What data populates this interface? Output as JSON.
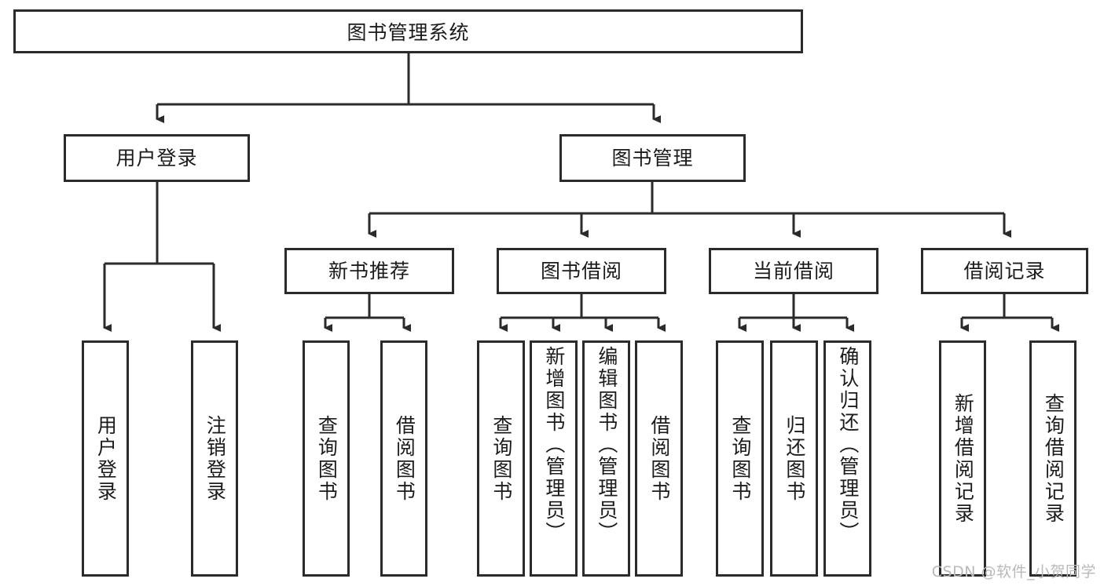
{
  "diagram": {
    "title": "图书管理系统",
    "type": "tree-hierarchy-diagram",
    "colors": {
      "stroke": "#2b2b2b",
      "fill": "#ffffff",
      "text": "#1b1b1b",
      "watermark": "#b9b9b9"
    },
    "root": {
      "label": "图书管理系统"
    },
    "level2": [
      {
        "label": "用户登录"
      },
      {
        "label": "图书管理"
      }
    ],
    "level3": [
      {
        "label": "新书推荐"
      },
      {
        "label": "图书借阅"
      },
      {
        "label": "当前借阅"
      },
      {
        "label": "借阅记录"
      }
    ],
    "leaves": {
      "user_login": [
        {
          "label": "用户登录"
        },
        {
          "label": "注销登录"
        }
      ],
      "new_book_recommend": [
        {
          "label": "查询图书"
        },
        {
          "label": "借阅图书"
        }
      ],
      "book_borrow": [
        {
          "label": "查询图书"
        },
        {
          "label": "新增图书（管理员）"
        },
        {
          "label": "编辑图书（管理员）"
        },
        {
          "label": "借阅图书"
        }
      ],
      "current_borrow": [
        {
          "label": "查询图书"
        },
        {
          "label": "归还图书"
        },
        {
          "label": "确认归还（管理员）"
        }
      ],
      "borrow_record": [
        {
          "label": "新增借阅记录"
        },
        {
          "label": "查询借阅记录"
        }
      ]
    },
    "watermark": "CSDN @软件_小贺同学"
  }
}
